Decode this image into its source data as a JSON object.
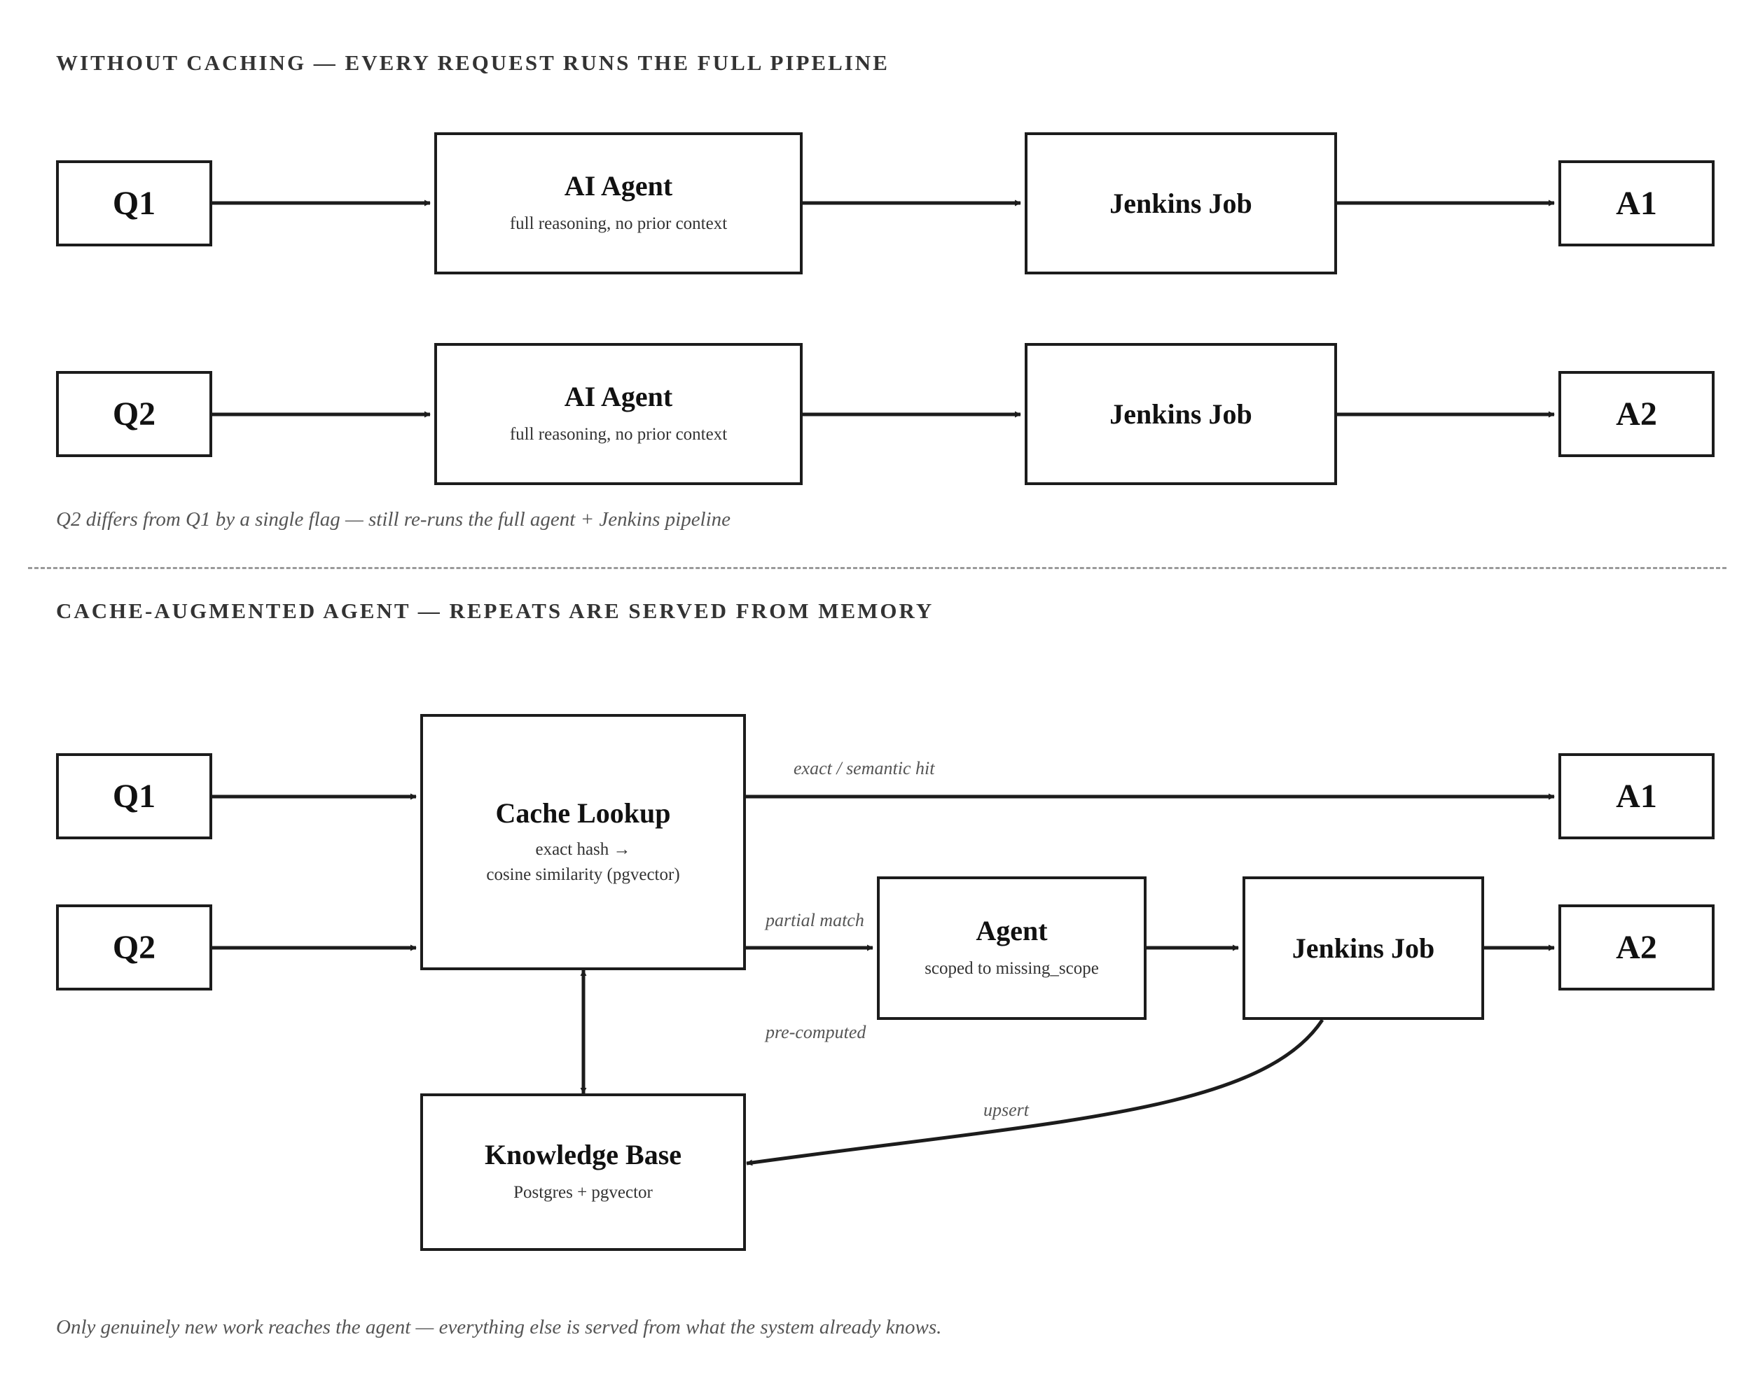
{
  "colors": {
    "stroke": "#1c1c1c",
    "note_text": "#555555",
    "divider": "#9a9a9a"
  },
  "top": {
    "heading": "WITHOUT CACHING — EVERY REQUEST RUNS THE FULL PIPELINE",
    "rows": [
      {
        "query": "Q1",
        "agent_title": "AI Agent",
        "agent_sub": "full reasoning, no prior context",
        "job": "Jenkins Job",
        "answer": "A1"
      },
      {
        "query": "Q2",
        "agent_title": "AI Agent",
        "agent_sub": "full reasoning, no prior context",
        "job": "Jenkins Job",
        "answer": "A2"
      }
    ],
    "note": "Q2 differs from Q1 by a single flag — still re-runs the full agent + Jenkins pipeline"
  },
  "bottom": {
    "heading": "CACHE-AUGMENTED AGENT — REPEATS ARE SERVED FROM MEMORY",
    "q1": "Q1",
    "q2": "Q2",
    "cache": {
      "title": "Cache Lookup",
      "sub_line1": "exact hash →",
      "sub_line2": "cosine similarity (pgvector)"
    },
    "agent": {
      "title": "Agent",
      "sub": "scoped to missing_scope"
    },
    "job": "Jenkins Job",
    "a1": "A1",
    "a2": "A2",
    "kb": {
      "title": "Knowledge Base",
      "sub": "Postgres + pgvector"
    },
    "edge_labels": {
      "hit": "exact / semantic hit",
      "partial": "partial match",
      "precomputed": "pre-computed",
      "upsert": "upsert"
    },
    "note": "Only genuinely new work reaches the agent — everything else is served from what the system already knows."
  }
}
